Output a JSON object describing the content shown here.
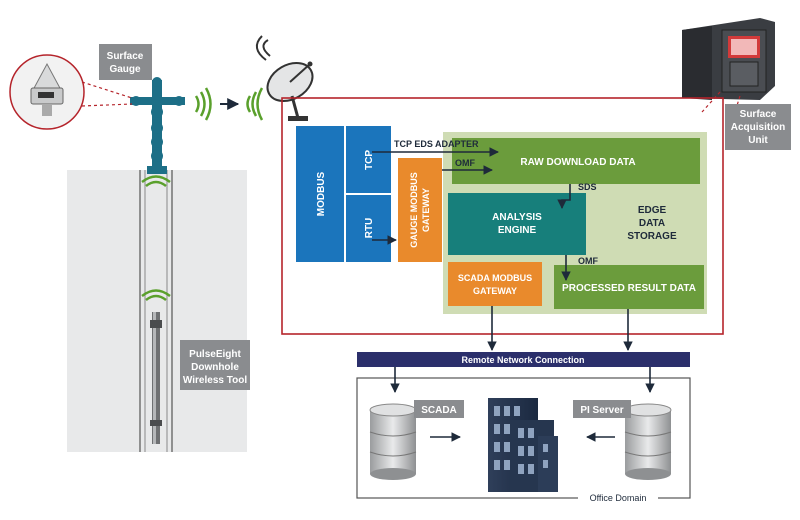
{
  "labels": {
    "surface_gauge_1": "Surface",
    "surface_gauge_2": "Gauge",
    "surface_acq_1": "Surface",
    "surface_acq_2": "Acquisition",
    "surface_acq_3": "Unit",
    "downhole_1": "PulseEight",
    "downhole_2": "Downhole",
    "downhole_3": "Wireless Tool"
  },
  "blocks": {
    "modbus": "MODBUS",
    "tcp": "TCP",
    "rtu": "RTU",
    "gauge_gateway_1": "GAUGE MODBUS",
    "gauge_gateway_2": "GATEWAY",
    "tcp_eds_adapter": "TCP EDS ADAPTER",
    "omf_top": "OMF",
    "raw_download": "RAW DOWNLOAD DATA",
    "sds": "SDS",
    "analysis_1": "ANALYSIS",
    "analysis_2": "ENGINE",
    "edge_1": "EDGE",
    "edge_2": "DATA",
    "edge_3": "STORAGE",
    "omf_bottom": "OMF",
    "scada_gateway_1": "SCADA MODBUS",
    "scada_gateway_2": "GATEWAY",
    "processed": "PROCESSED RESULT DATA"
  },
  "network": {
    "remote": "Remote Network Connection",
    "scada": "SCADA",
    "pi_server": "PI Server",
    "office_domain": "Office Domain"
  },
  "colors": {
    "blue": "#1b75bc",
    "orange": "#e98a2c",
    "green": "#6b9c3c",
    "teal": "#177f7b",
    "light_green": "#cfdcb4",
    "red": "#b5242b",
    "navy": "#2b2f6b",
    "gray_tag": "#8a8c8f",
    "wellhead": "#1d6f87"
  }
}
